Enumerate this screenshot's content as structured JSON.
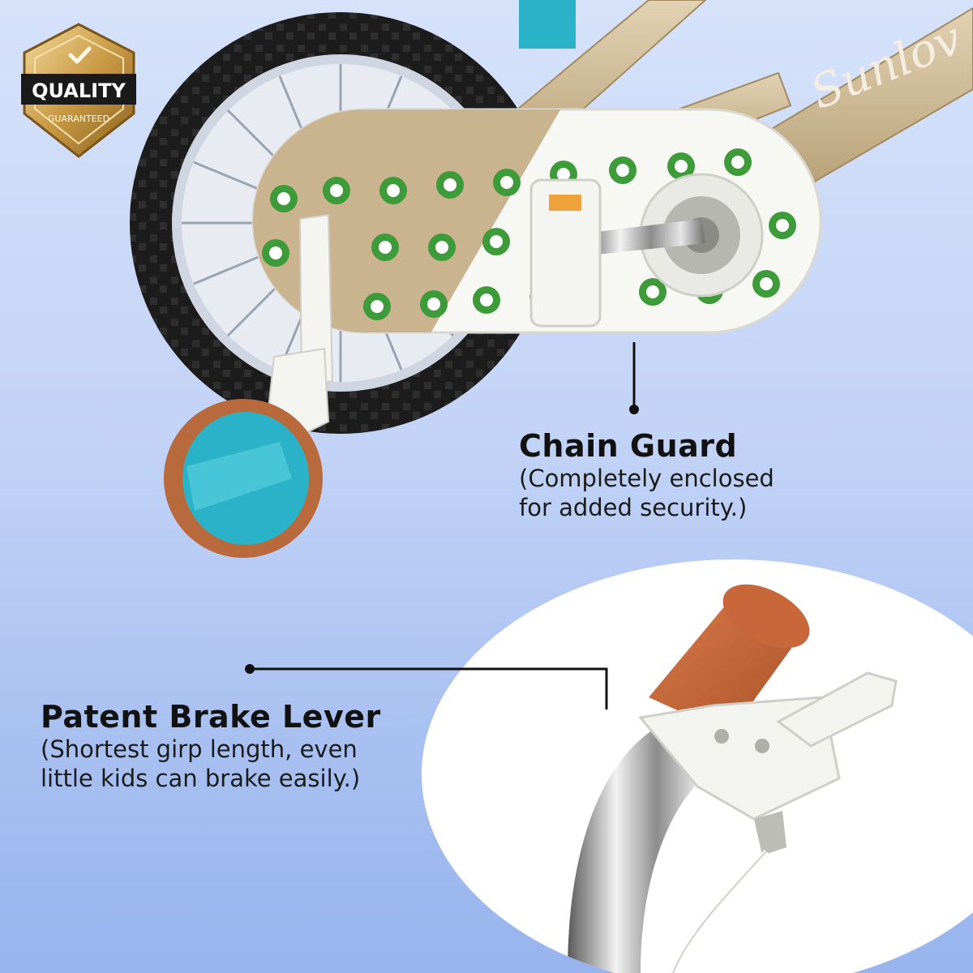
{
  "badge": {
    "title": "QUALITY",
    "subtitle": "GUARANTEED",
    "icon": "checkmark-icon",
    "gold": "#c99a45",
    "dark": "#1a1a1a"
  },
  "bike": {
    "brand_text": "Sunlov",
    "frame_color": "#c9b48f",
    "accent_color": "#2ab3c8",
    "tire_color": "#1c1c1c",
    "training_wheel_color": "#b86a3c"
  },
  "callouts": {
    "chain_guard": {
      "title": "Chain Guard",
      "description_line1": "(Completely enclosed",
      "description_line2": "for added security.)"
    },
    "brake_lever": {
      "title": "Patent Brake Lever",
      "description_line1": "(Shortest girp length, even",
      "description_line2": "little kids can brake easily.)"
    }
  },
  "colors": {
    "background_top": "#d6e2fa",
    "background_bottom": "#97b4ee",
    "text": "#111111",
    "grip": "#c7673a"
  }
}
